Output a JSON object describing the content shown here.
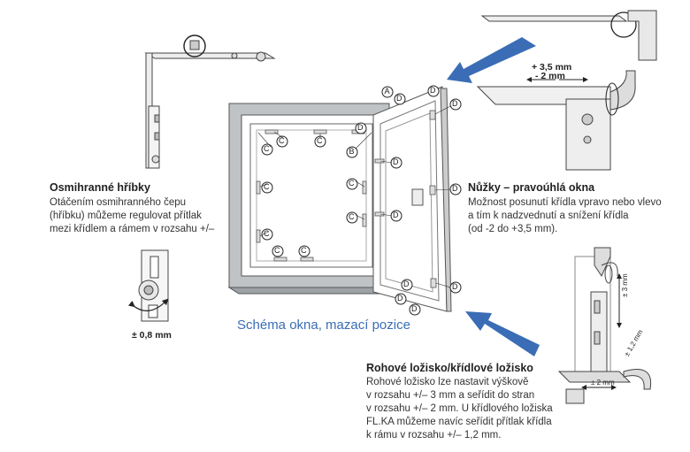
{
  "caption": "Schéma okna, mazací pozice",
  "sections": {
    "mushroom": {
      "title": "Osmihranné hříbky",
      "lines": [
        "Otáčením osmihranného čepu",
        "(hříbku) můžeme regulovat přítlak",
        "mezi křídlem a rámem v rozsahu +/–"
      ],
      "measure": "± 0,8 mm"
    },
    "scissors": {
      "title": "Nůžky – pravoúhlá okna",
      "lines": [
        "Možnost posunutí křídla vpravo nebo vlevo",
        "a tím k nadzvednutí a snížení křídla",
        "(od -2 do +3,5 mm)."
      ],
      "measure_plus": "+ 3,5 mm",
      "measure_minus": "- 2 mm"
    },
    "hinge": {
      "title": "Rohové ložisko/křídlové ložisko",
      "lines": [
        "Rohové ložisko lze nastavit výškově",
        "v rozsahu +/– 3 mm a seřídit do stran",
        "v rozsahu +/– 2 mm. U křídlového ložiska",
        "FL.KA můžeme navíc seřídit přítlak křídla",
        "k rámu v rozsahu +/– 1,2 mm."
      ],
      "measure_vertical": "± 3 mm",
      "measure_side": "± 2 mm",
      "measure_diag": "± 1,2 mm"
    }
  },
  "markers": {
    "A": "A",
    "B": "B",
    "C": "C",
    "D": "D"
  },
  "colors": {
    "arrow": "#3a6db5",
    "caption": "#3a6db5",
    "line": "#444444",
    "frame": "#888888"
  }
}
